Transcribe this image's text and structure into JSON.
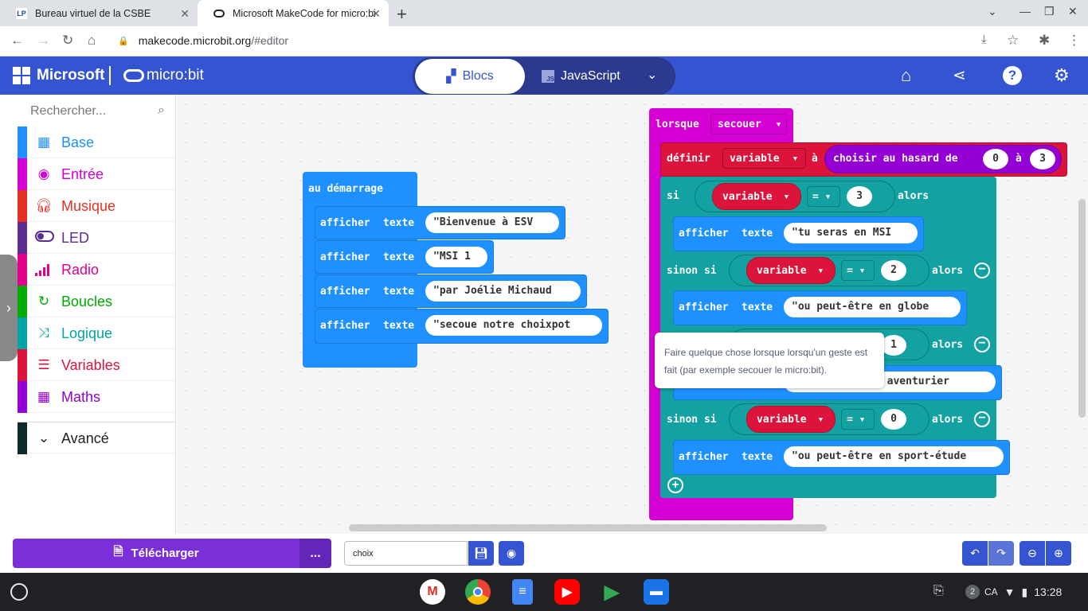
{
  "browser": {
    "tabs": [
      {
        "title": "Bureau virtuel de la CSBE"
      },
      {
        "title": "Microsoft MakeCode for micro:bi"
      }
    ],
    "url_host": "makecode.microbit.org",
    "url_path": "/#editor"
  },
  "header": {
    "brand": "Microsoft",
    "product": "micro:bit",
    "mode_blocks": "Blocs",
    "mode_js": "JavaScript"
  },
  "sidebar": {
    "search_placeholder": "Rechercher...",
    "categories": [
      {
        "label": "Base",
        "color": "#1e90ff"
      },
      {
        "label": "Entrée",
        "color": "#d400d4"
      },
      {
        "label": "Musique",
        "color": "#e63022"
      },
      {
        "label": "LED",
        "color": "#5c2d91"
      },
      {
        "label": "Radio",
        "color": "#e3008c"
      },
      {
        "label": "Boucles",
        "color": "#00aa00"
      },
      {
        "label": "Logique",
        "color": "#00a4a6"
      },
      {
        "label": "Variables",
        "color": "#dc143c"
      },
      {
        "label": "Maths",
        "color": "#9400d3"
      }
    ],
    "advanced": "Avancé"
  },
  "blocks": {
    "start": {
      "header": "au démarrage",
      "show_label": "afficher",
      "text_label": "texte",
      "strings": [
        "Bienvenue à ESV",
        "MSI 1",
        "par Joélie Michaud",
        "secoue notre choixpot"
      ]
    },
    "shake": {
      "header": "lorsque",
      "gesture": "secouer",
      "set_label": "définir",
      "variable": "variable",
      "to_label": "à",
      "random_label": "choisir au hasard de",
      "random_from": "0",
      "random_to": "3",
      "if_label": "si",
      "elseif_label": "sinon si",
      "then_label": "alors",
      "eq_op": "=",
      "show_label": "afficher",
      "text_label": "texte",
      "cases": [
        {
          "value": "3",
          "text": "tu seras en MSI"
        },
        {
          "value": "2",
          "text": "ou peut-être en globe"
        },
        {
          "value": "1",
          "text": "n aventurier"
        },
        {
          "value": "0",
          "text": "ou peut-être en sport-étude"
        }
      ]
    }
  },
  "tooltip": "Faire quelque chose lorsque lorsqu'un geste est fait (par exemple secouer le micro:bit).",
  "bottom": {
    "download": "Télécharger",
    "more": "...",
    "project_name": "choix"
  },
  "tray": {
    "notifications": "2",
    "locale": "CA",
    "time": "13:28"
  }
}
